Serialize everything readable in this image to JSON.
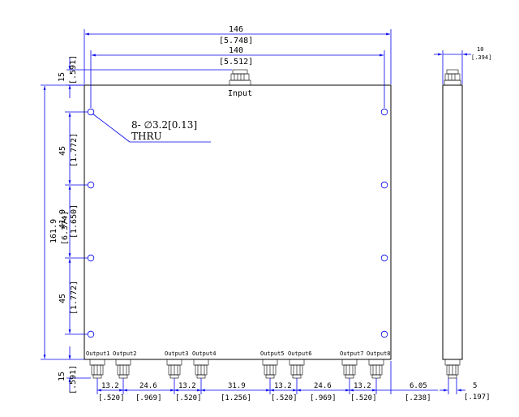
{
  "input_label": "Input",
  "outputs": [
    "Output1",
    "Output2",
    "Output3",
    "Output4",
    "Output5",
    "Output6",
    "Output7",
    "Output8"
  ],
  "hole_note": {
    "line1": "8- ∅3.2[0.13]",
    "line2": "THRU"
  },
  "dims": {
    "overall_width": {
      "mm": "146",
      "in": "[5.748]"
    },
    "hole_span": {
      "mm": "140",
      "in": "[5.512]"
    },
    "connector_top": {
      "mm": "15",
      "in": "[.591]"
    },
    "connector_bottom": {
      "mm": "15",
      "in": "[.591]"
    },
    "overall_height": {
      "mm": "161.9",
      "in": "[6.374]"
    },
    "hole_pitch_top": {
      "mm": "45",
      "in": "[1.772]"
    },
    "hole_pitch_mid": {
      "mm": "41.9",
      "in": "[1.650]"
    },
    "hole_pitch_bot": {
      "mm": "45",
      "in": "[1.772]"
    },
    "bottom_spacing": [
      {
        "mm": "13.2",
        "in": "[.520]"
      },
      {
        "mm": "24.6",
        "in": "[.969]"
      },
      {
        "mm": "13.2",
        "in": "[.520]"
      },
      {
        "mm": "31.9",
        "in": "[1.256]"
      },
      {
        "mm": "13.2",
        "in": "[.520]"
      },
      {
        "mm": "24.6",
        "in": "[.969]"
      },
      {
        "mm": "13.2",
        "in": "[.520]"
      }
    ],
    "edge_offset": {
      "mm": "6.05",
      "in": "[.238]"
    },
    "side_thickness": {
      "mm": "10",
      "in": "[.394]"
    },
    "side_bottom": {
      "mm": "5",
      "in": "[.197]"
    }
  }
}
